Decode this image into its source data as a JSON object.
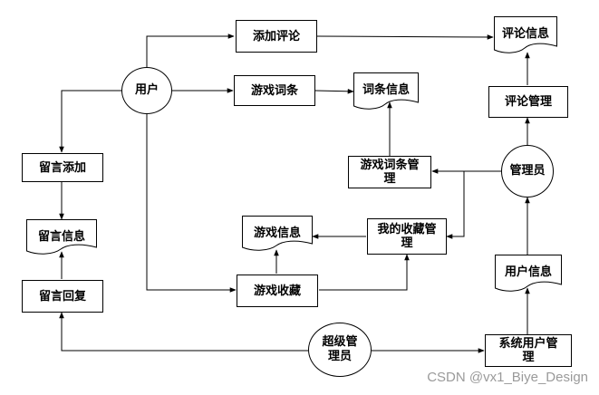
{
  "processes": {
    "add_comment": "添加评论",
    "game_entry": "游戏词条",
    "message_add": "留言添加",
    "message_reply": "留言回复",
    "game_entry_manage": "游戏词条管\n理",
    "my_favorites_manage": "我的收藏管\n理",
    "game_favorite": "游戏收藏",
    "comment_manage": "评论管理",
    "system_user_manage": "系统用户管\n理"
  },
  "stores": {
    "comment_info": "评论信息",
    "entry_info": "词条信息",
    "message_info": "留言信息",
    "game_info": "游戏信息",
    "user_info": "用户信息"
  },
  "actors": {
    "user": "用户",
    "admin": "管理员",
    "super_admin": "超级管\n理员"
  },
  "watermark": "CSDN @vx1_Biye_Design"
}
